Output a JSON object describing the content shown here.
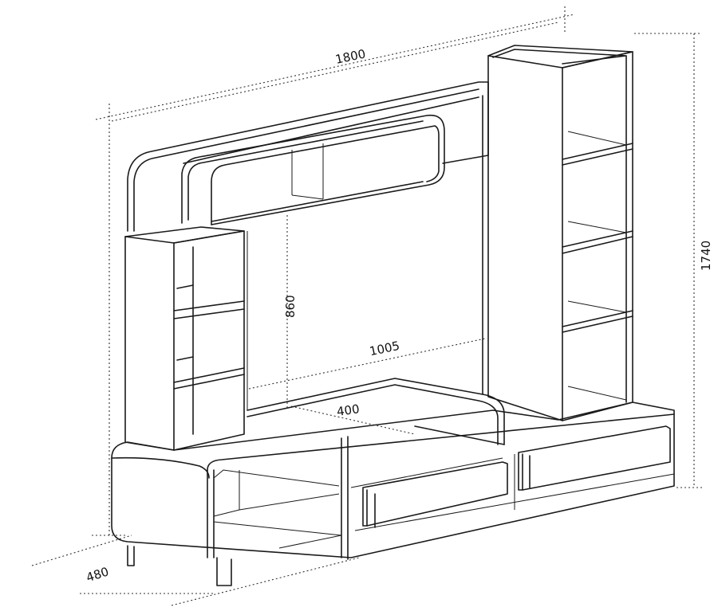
{
  "drawing": {
    "subject": "TV wall unit",
    "dimensions": {
      "width": "1800",
      "height": "1740",
      "depth": "480",
      "inner_height": "860",
      "inner_width": "1005",
      "top_depth": "400"
    }
  }
}
